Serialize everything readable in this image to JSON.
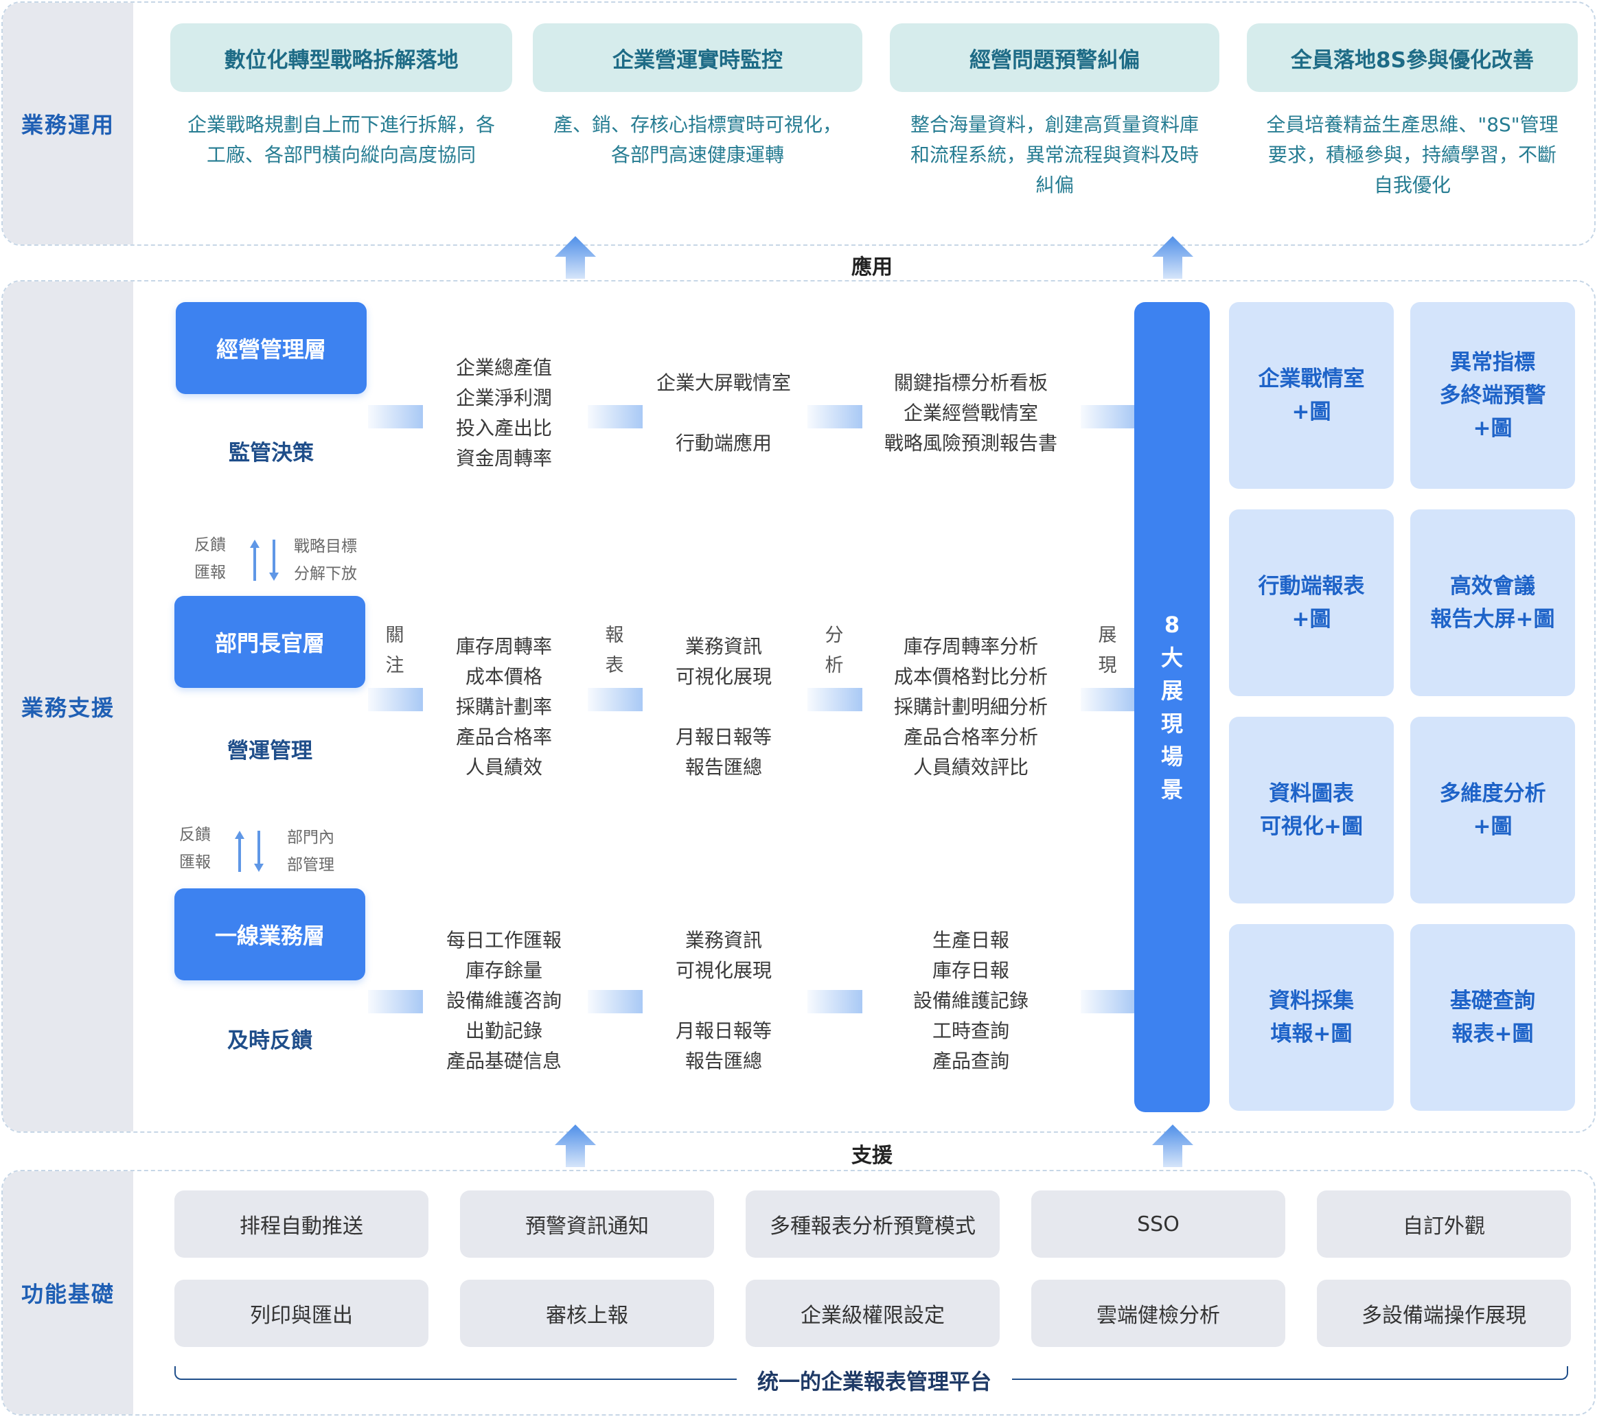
{
  "sections": {
    "top_label": "業務運用",
    "mid_label": "業務支援",
    "bottom_label": "功能基礎"
  },
  "applications": [
    {
      "title": "數位化轉型戰略拆解落地",
      "desc": "企業戰略規劃自上而下進行拆解，各\n工廠、各部門橫向縱向高度協同"
    },
    {
      "title": "企業營運實時監控",
      "desc": "產、銷、存核心指標實時可視化，\n各部門高速健康運轉"
    },
    {
      "title": "經營問題預警糾偏",
      "desc": "整合海量資料，創建高質量資料庫\n和流程系統，異常流程與資料及時\n糾偏"
    },
    {
      "title": "全員落地8S參與優化改善",
      "desc": "全員培養精益生產思維、\"8S\"管理\n要求，積極參與，持續學習，不斷\n自我優化"
    }
  ],
  "apply_label": "應用",
  "support_label": "支援",
  "levels": [
    {
      "name": "經營管理層",
      "sub": "監管決策"
    },
    {
      "name": "部門長官層",
      "sub": "營運管理"
    },
    {
      "name": "一線業務層",
      "sub": "及時反饋"
    }
  ],
  "feedback": [
    {
      "left": "反饋\n匯報",
      "right": "戰略目標\n分解下放"
    },
    {
      "left": "反饋\n匯報",
      "right": "部門內\n部管理"
    }
  ],
  "flow_labels": [
    "關注",
    "報表",
    "分析",
    "展現"
  ],
  "rows": [
    {
      "focus": "企業總產值\n企業淨利潤\n投入產出比\n資金周轉率",
      "report": "企業大屏戰情室\n\n行動端應用",
      "analysis": "關鍵指標分析看板\n企業經營戰情室\n戰略風險預測報告書"
    },
    {
      "focus": "庫存周轉率\n成本價格\n採購計劃率\n產品合格率\n人員績效",
      "report": "業務資訊\n可視化展現\n\n月報日報等\n報告匯總",
      "analysis": "庫存周轉率分析\n成本價格對比分析\n採購計劃明細分析\n產品合格率分析\n人員績效評比"
    },
    {
      "focus": "每日工作匯報\n庫存餘量\n設備維護咨詢\n出勤記錄\n產品基礎信息",
      "report": "業務資訊\n可視化展現\n\n月報日報等\n報告匯總",
      "analysis": "生產日報\n庫存日報\n設備維護記錄\n工時查詢\n產品查詢"
    }
  ],
  "scene_label": "8大展現場景",
  "scenes": [
    "企業戰情室\n+圖",
    "異常指標\n多終端預警\n+圖",
    "行動端報表\n+圖",
    "高效會議\n報告大屏+圖",
    "資料圖表\n可視化+圖",
    "多維度分析\n+圖",
    "資料採集\n填報+圖",
    "基礎查詢\n報表+圖"
  ],
  "features": [
    "排程自動推送",
    "預警資訊通知",
    "多種報表分析預覽模式",
    "SSO",
    "自訂外觀",
    "列印與匯出",
    "審核上報",
    "企業級權限設定",
    "雲端健檢分析",
    "多設備端操作展現"
  ],
  "platform_label": "统一的企業報表管理平台",
  "colors": {
    "accent": "#3d82f0",
    "tile": "#d4e4fb",
    "app_title_bg": "#d6ecec",
    "side_bg": "#e6e8ee"
  }
}
